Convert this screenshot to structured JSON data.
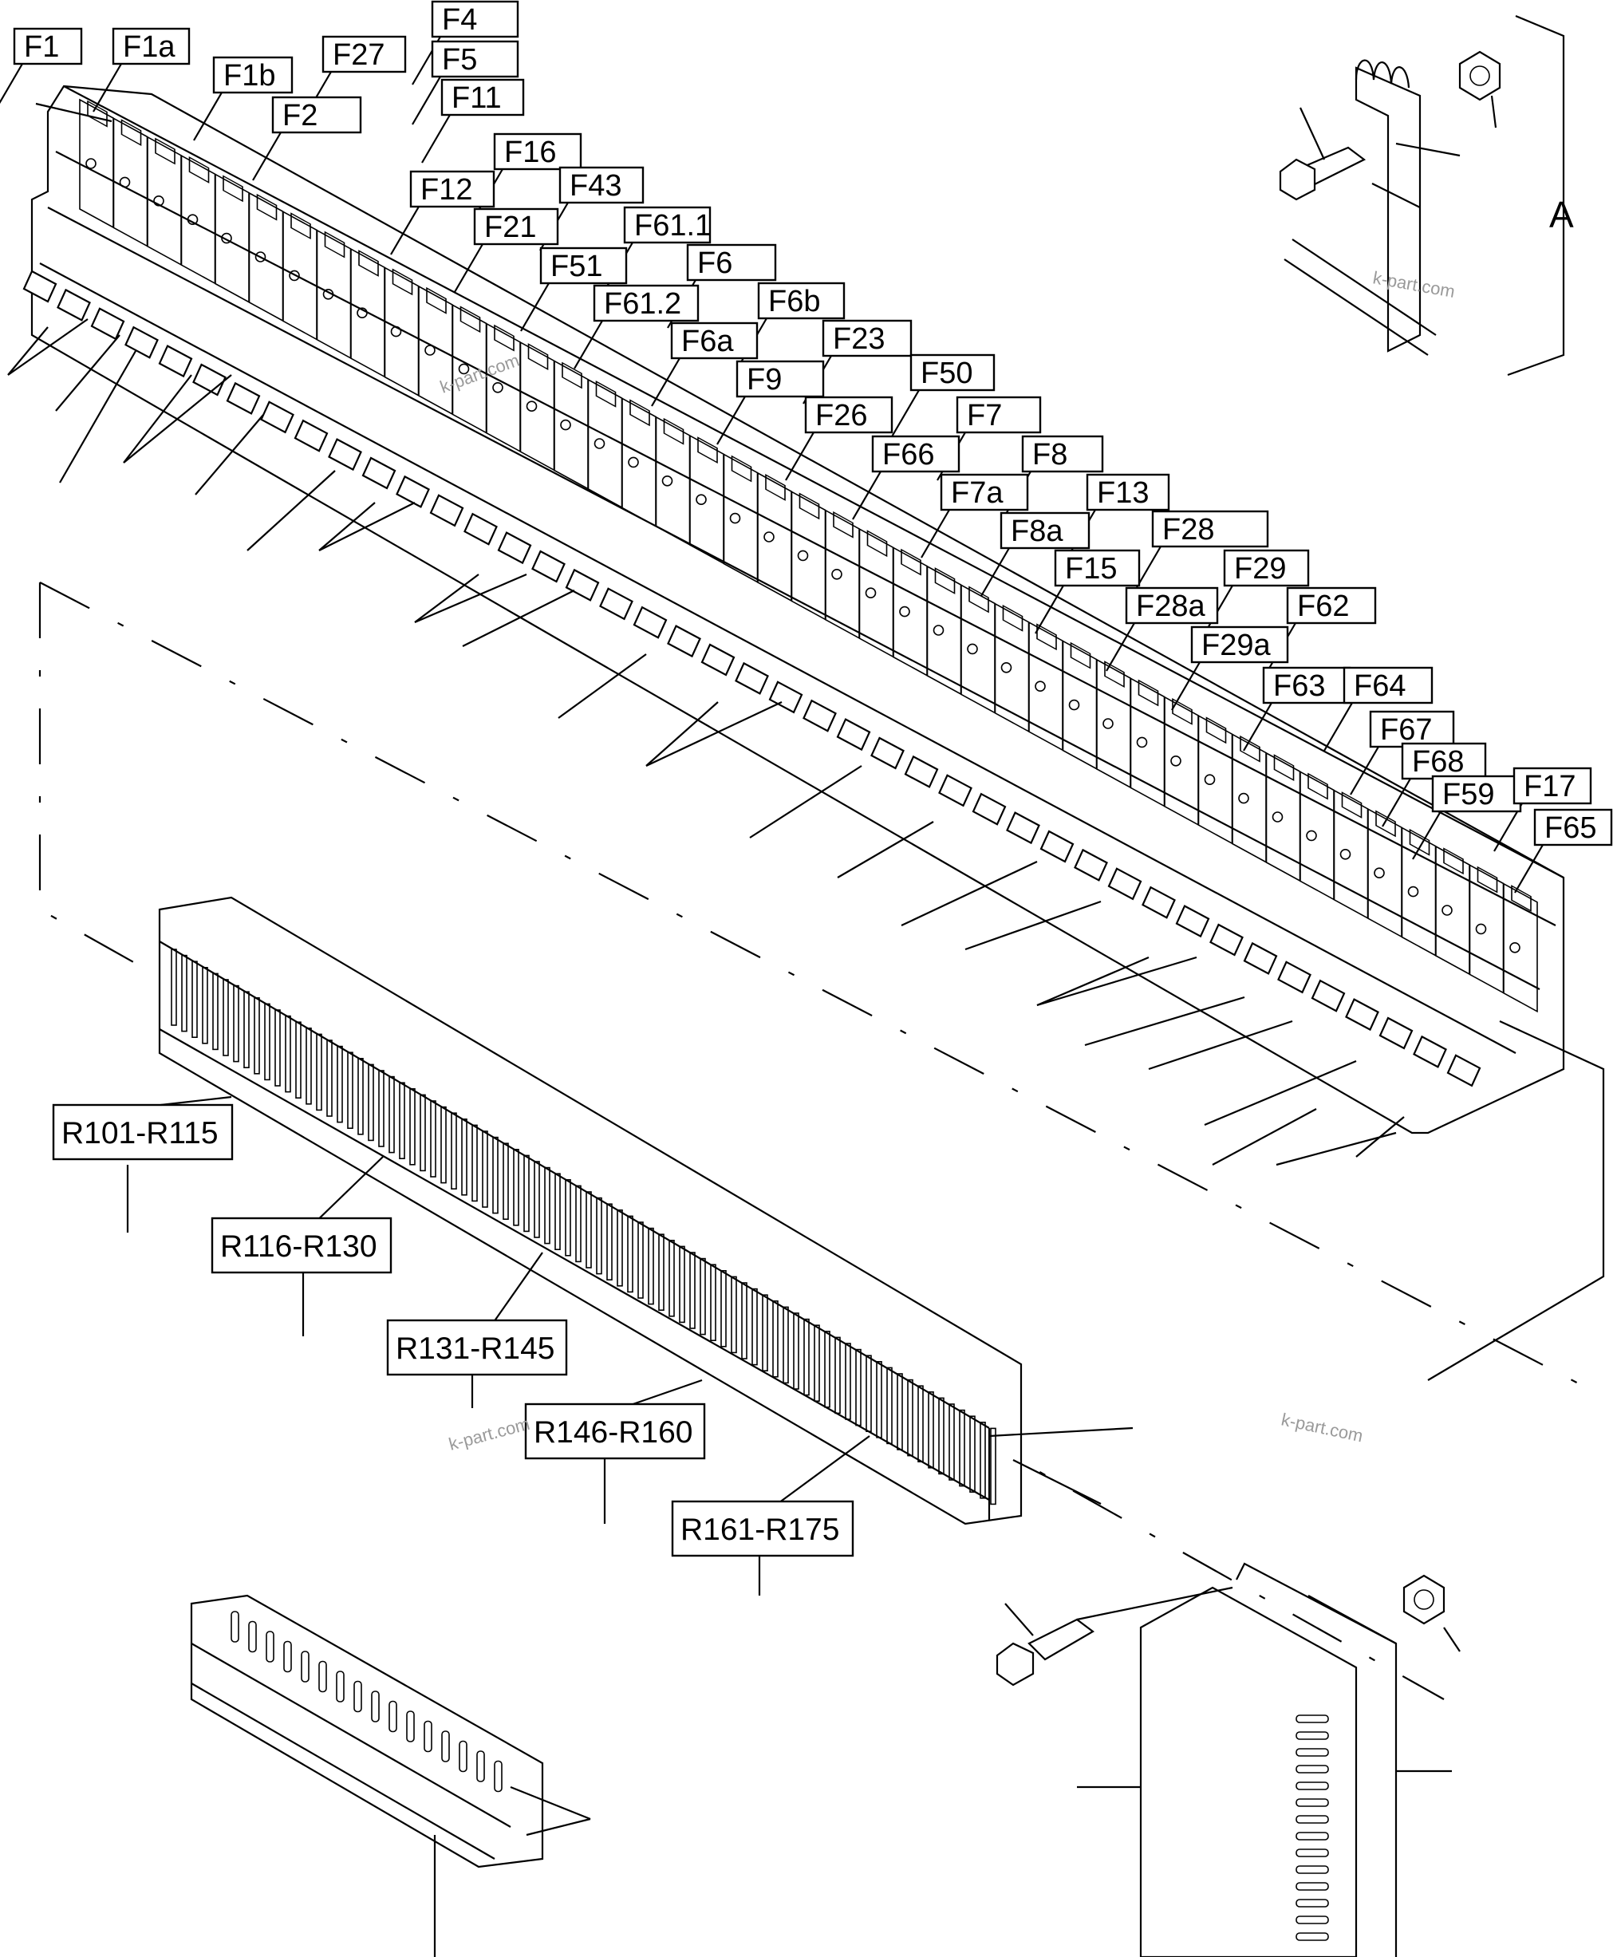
{
  "fuse_labels": [
    "F1",
    "F1a",
    "F1b",
    "F27",
    "F4",
    "F5",
    "F2",
    "F11",
    "F16",
    "F12",
    "F43",
    "F21",
    "F61.1",
    "F51",
    "F6",
    "F61.2",
    "F6b",
    "F6a",
    "F23",
    "F9",
    "F50",
    "F26",
    "F7",
    "F66",
    "F8",
    "F7a",
    "F13",
    "F8a",
    "F28",
    "F15",
    "F29",
    "F28a",
    "F62",
    "F29a",
    "F63",
    "F64",
    "F67",
    "F68",
    "F59",
    "F17",
    "F65"
  ],
  "relay_ranges": [
    "R101-R115",
    "R116-R130",
    "R131-R145",
    "R146-R160",
    "R161-R175"
  ],
  "detail_letter": "A",
  "watermarks": [
    "k-part.com",
    "k-part.com",
    "k-part.com",
    "k-part.com"
  ]
}
